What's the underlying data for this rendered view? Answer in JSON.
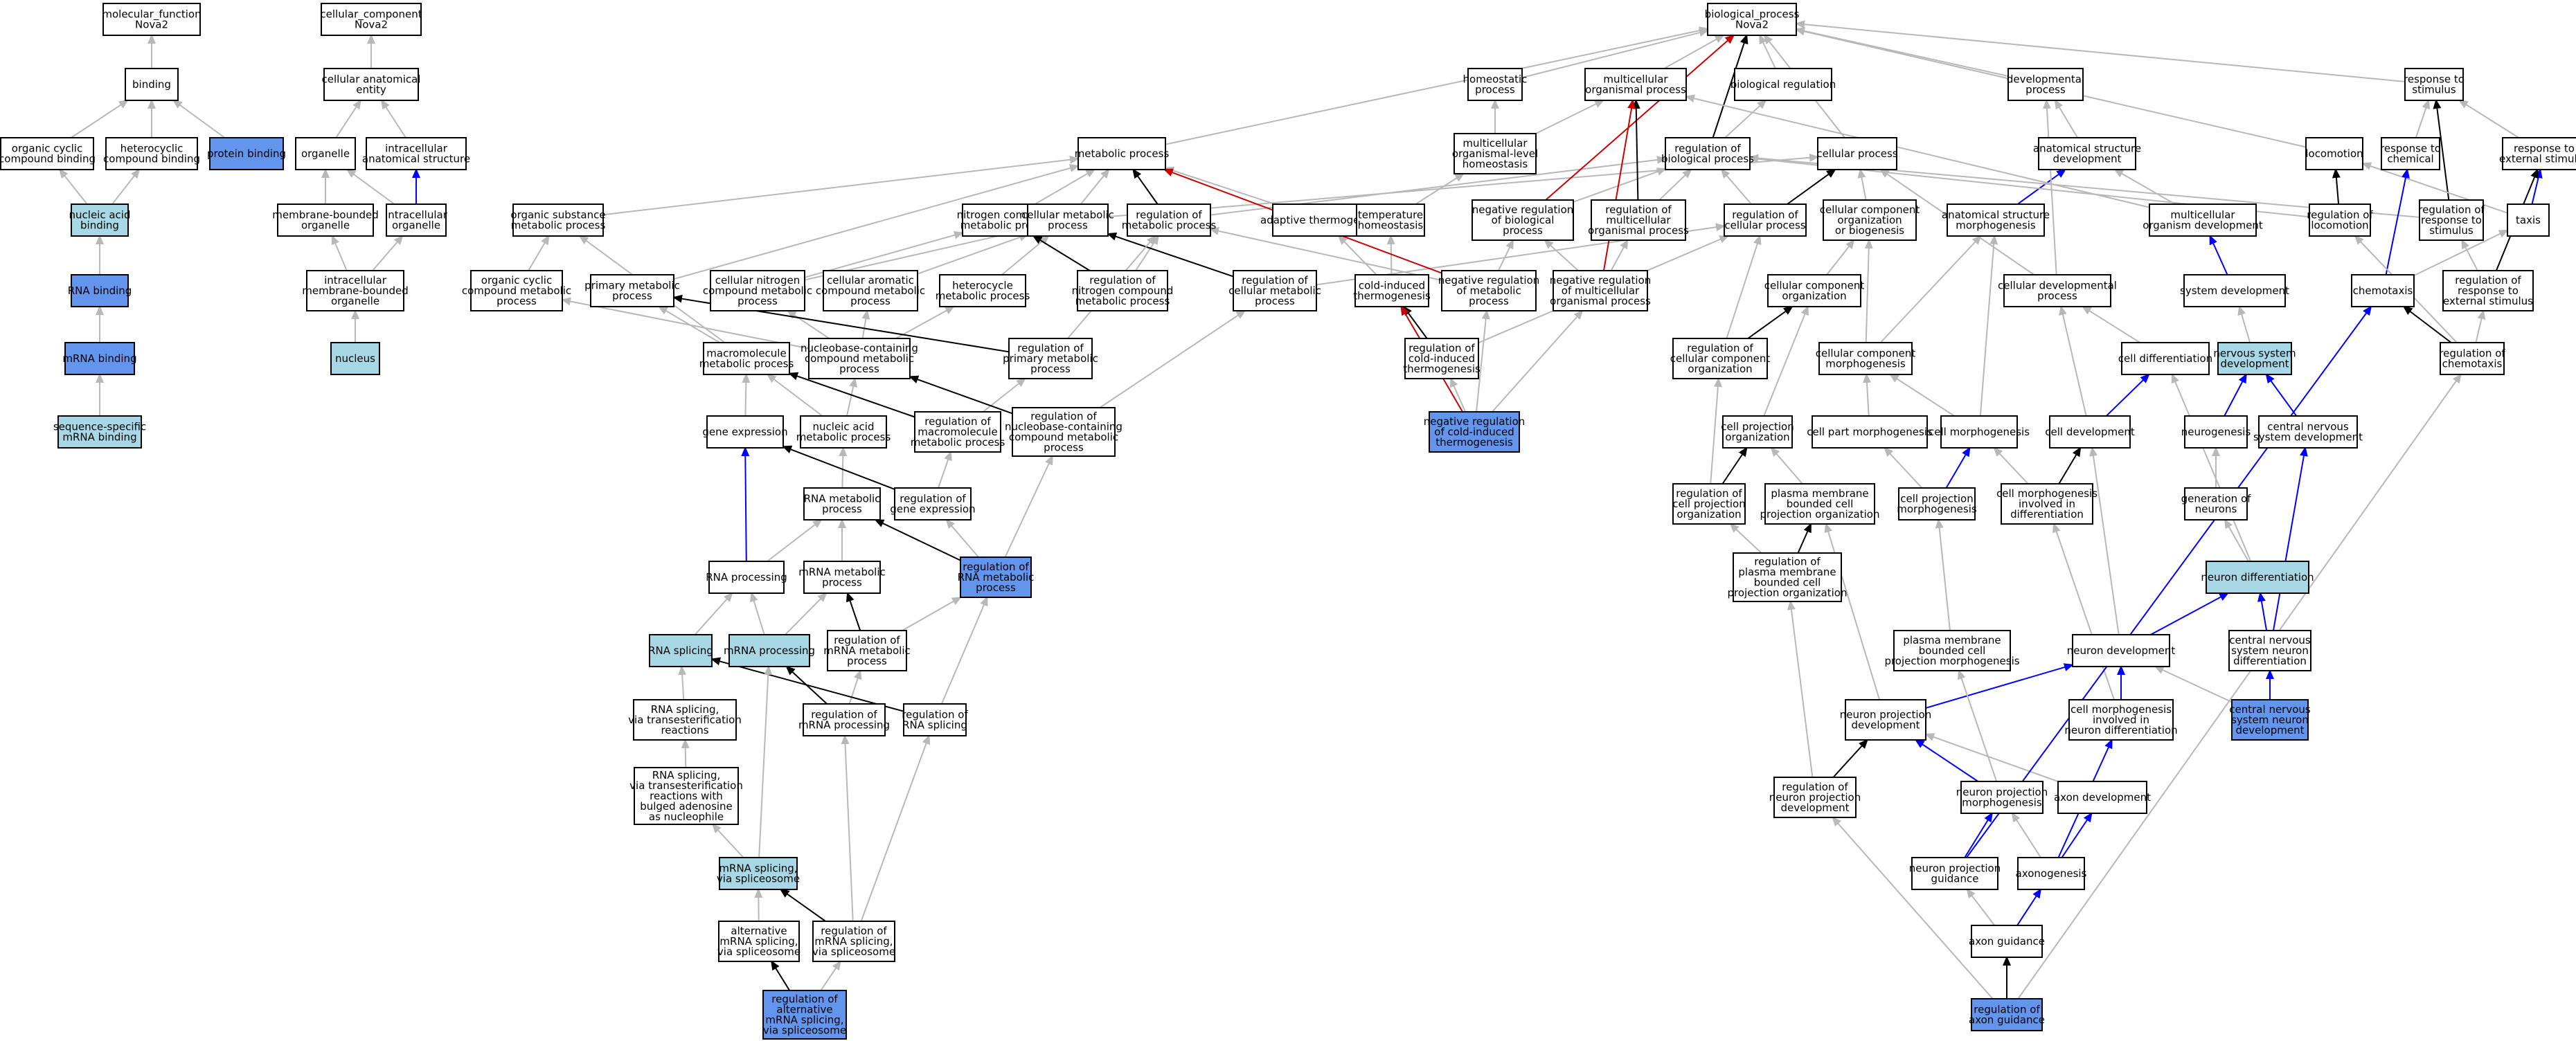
{
  "colors": {
    "plain": "#ffffff",
    "light": "#a8d8e6",
    "strong": "#6495ed",
    "is_a": "#b8b8b8",
    "regulates": "#000000",
    "positive": "#0000ff",
    "negative": "#cc0000"
  },
  "nodes": [
    {
      "id": "mf",
      "lines": [
        "molecular_function",
        "Nova2"
      ],
      "style": "plain"
    },
    {
      "id": "binding",
      "lines": [
        "binding"
      ],
      "style": "plain"
    },
    {
      "id": "ocb",
      "lines": [
        "organic cyclic",
        "compound binding"
      ],
      "style": "plain"
    },
    {
      "id": "hcb",
      "lines": [
        "heterocyclic",
        "compound binding"
      ],
      "style": "plain"
    },
    {
      "id": "pb",
      "lines": [
        "protein binding"
      ],
      "style": "strong"
    },
    {
      "id": "nab",
      "lines": [
        "nucleic acid",
        "binding"
      ],
      "style": "light"
    },
    {
      "id": "rnab",
      "lines": [
        "RNA binding"
      ],
      "style": "strong"
    },
    {
      "id": "mrnab",
      "lines": [
        "mRNA binding"
      ],
      "style": "strong"
    },
    {
      "id": "ssmb",
      "lines": [
        "sequence-specific",
        "mRNA binding"
      ],
      "style": "light"
    },
    {
      "id": "cc",
      "lines": [
        "cellular_component",
        "Nova2"
      ],
      "style": "plain"
    },
    {
      "id": "cae",
      "lines": [
        "cellular anatomical",
        "entity"
      ],
      "style": "plain"
    },
    {
      "id": "organelle",
      "lines": [
        "organelle"
      ],
      "style": "plain"
    },
    {
      "id": "ias",
      "lines": [
        "intracellular",
        "anatomical structure"
      ],
      "style": "plain"
    },
    {
      "id": "mbo",
      "lines": [
        "membrane-bounded",
        "organelle"
      ],
      "style": "plain"
    },
    {
      "id": "io",
      "lines": [
        "intracellular",
        "organelle"
      ],
      "style": "plain"
    },
    {
      "id": "imbo",
      "lines": [
        "intracellular",
        "membrane-bounded",
        "organelle"
      ],
      "style": "plain"
    },
    {
      "id": "nucleus",
      "lines": [
        "nucleus"
      ],
      "style": "light"
    },
    {
      "id": "bp",
      "lines": [
        "biological_process",
        "Nova2"
      ],
      "style": "plain"
    },
    {
      "id": "hp",
      "lines": [
        "homeostatic",
        "process"
      ],
      "style": "plain"
    },
    {
      "id": "mop",
      "lines": [
        "multicellular",
        "organismal process"
      ],
      "style": "plain"
    },
    {
      "id": "breg",
      "lines": [
        "biological regulation"
      ],
      "style": "plain"
    },
    {
      "id": "devp",
      "lines": [
        "developmental",
        "process"
      ],
      "style": "plain"
    },
    {
      "id": "rts",
      "lines": [
        "response to",
        "stimulus"
      ],
      "style": "plain"
    },
    {
      "id": "mp",
      "lines": [
        "metabolic process"
      ],
      "style": "plain"
    },
    {
      "id": "molh",
      "lines": [
        "multicellular",
        "organismal-level",
        "homeostasis"
      ],
      "style": "plain"
    },
    {
      "id": "rbp",
      "lines": [
        "regulation of",
        "biological process"
      ],
      "style": "plain"
    },
    {
      "id": "cellp",
      "lines": [
        "cellular process"
      ],
      "style": "plain"
    },
    {
      "id": "asd",
      "lines": [
        "anatomical structure",
        "development"
      ],
      "style": "plain"
    },
    {
      "id": "loco",
      "lines": [
        "locomotion"
      ],
      "style": "plain"
    },
    {
      "id": "rtc",
      "lines": [
        "response to",
        "chemical"
      ],
      "style": "plain"
    },
    {
      "id": "rtes",
      "lines": [
        "response to",
        "external stimulus"
      ],
      "style": "plain"
    },
    {
      "id": "osmp",
      "lines": [
        "organic substance",
        "metabolic process"
      ],
      "style": "plain"
    },
    {
      "id": "ncmp",
      "lines": [
        "nitrogen compound",
        "metabolic process"
      ],
      "style": "plain"
    },
    {
      "id": "cmp",
      "lines": [
        "cellular metabolic",
        "process"
      ],
      "style": "plain"
    },
    {
      "id": "rmp",
      "lines": [
        "regulation of",
        "metabolic process"
      ],
      "style": "plain"
    },
    {
      "id": "at",
      "lines": [
        "adaptive thermogenesis"
      ],
      "style": "plain"
    },
    {
      "id": "th",
      "lines": [
        "temperature",
        "homeostasis"
      ],
      "style": "plain"
    },
    {
      "id": "nrbp",
      "lines": [
        "negative regulation",
        "of biological",
        "process"
      ],
      "style": "plain"
    },
    {
      "id": "rmop",
      "lines": [
        "regulation of",
        "multicellular",
        "organismal process"
      ],
      "style": "plain"
    },
    {
      "id": "rcp",
      "lines": [
        "regulation of",
        "cellular process"
      ],
      "style": "plain"
    },
    {
      "id": "ccob",
      "lines": [
        "cellular component",
        "organization",
        "or biogenesis"
      ],
      "style": "plain"
    },
    {
      "id": "asm",
      "lines": [
        "anatomical structure",
        "morphogenesis"
      ],
      "style": "plain"
    },
    {
      "id": "mod",
      "lines": [
        "multicellular",
        "organism development"
      ],
      "style": "plain"
    },
    {
      "id": "rloco",
      "lines": [
        "regulation of",
        "locomotion"
      ],
      "style": "plain"
    },
    {
      "id": "rrts",
      "lines": [
        "regulation of",
        "response to",
        "stimulus"
      ],
      "style": "plain"
    },
    {
      "id": "taxis",
      "lines": [
        "taxis"
      ],
      "style": "plain"
    },
    {
      "id": "ocmp",
      "lines": [
        "organic cyclic",
        "compound metabolic",
        "process"
      ],
      "style": "plain"
    },
    {
      "id": "pmp",
      "lines": [
        "primary metabolic",
        "process"
      ],
      "style": "plain"
    },
    {
      "id": "cncmp",
      "lines": [
        "cellular nitrogen",
        "compound metabolic",
        "process"
      ],
      "style": "plain"
    },
    {
      "id": "cacmp",
      "lines": [
        "cellular aromatic",
        "compound metabolic",
        "process"
      ],
      "style": "plain"
    },
    {
      "id": "hmp",
      "lines": [
        "heterocycle",
        "metabolic process"
      ],
      "style": "plain"
    },
    {
      "id": "rncmp",
      "lines": [
        "regulation of",
        "nitrogen compound",
        "metabolic process"
      ],
      "style": "plain"
    },
    {
      "id": "rcmp",
      "lines": [
        "regulation of",
        "cellular metabolic",
        "process"
      ],
      "style": "plain"
    },
    {
      "id": "cit",
      "lines": [
        "cold-induced",
        "thermogenesis"
      ],
      "style": "plain"
    },
    {
      "id": "nrmp",
      "lines": [
        "negative regulation",
        "of metabolic",
        "process"
      ],
      "style": "plain"
    },
    {
      "id": "nrmop",
      "lines": [
        "negative regulation",
        "of multicellular",
        "organismal process"
      ],
      "style": "plain"
    },
    {
      "id": "cco",
      "lines": [
        "cellular component",
        "organization"
      ],
      "style": "plain"
    },
    {
      "id": "cdp",
      "lines": [
        "cellular developmental",
        "process"
      ],
      "style": "plain"
    },
    {
      "id": "sd",
      "lines": [
        "system development"
      ],
      "style": "plain"
    },
    {
      "id": "chemo",
      "lines": [
        "chemotaxis"
      ],
      "style": "plain"
    },
    {
      "id": "rrtes",
      "lines": [
        "regulation of",
        "response to",
        "external stimulus"
      ],
      "style": "plain"
    },
    {
      "id": "mmp",
      "lines": [
        "macromolecule",
        "metabolic process"
      ],
      "style": "plain"
    },
    {
      "id": "nbccmp",
      "lines": [
        "nucleobase-containing",
        "compound metabolic",
        "process"
      ],
      "style": "plain"
    },
    {
      "id": "rpmp",
      "lines": [
        "regulation of",
        "primary metabolic",
        "process"
      ],
      "style": "plain"
    },
    {
      "id": "rcit",
      "lines": [
        "regulation of",
        "cold-induced",
        "thermogenesis"
      ],
      "style": "plain"
    },
    {
      "id": "nrcit",
      "lines": [
        "negative regulation",
        "of cold-induced",
        "thermogenesis"
      ],
      "style": "strong"
    },
    {
      "id": "rcco",
      "lines": [
        "regulation of",
        "cellular component",
        "organization"
      ],
      "style": "plain"
    },
    {
      "id": "ccm",
      "lines": [
        "cellular component",
        "morphogenesis"
      ],
      "style": "plain"
    },
    {
      "id": "cdiff",
      "lines": [
        "cell differentiation"
      ],
      "style": "plain"
    },
    {
      "id": "nsd",
      "lines": [
        "nervous system",
        "development"
      ],
      "style": "light"
    },
    {
      "id": "rchemo",
      "lines": [
        "regulation of",
        "chemotaxis"
      ],
      "style": "plain"
    },
    {
      "id": "ge",
      "lines": [
        "gene expression"
      ],
      "style": "plain"
    },
    {
      "id": "namp",
      "lines": [
        "nucleic acid",
        "metabolic process"
      ],
      "style": "plain"
    },
    {
      "id": "rmmp",
      "lines": [
        "regulation of",
        "macromolecule",
        "metabolic process"
      ],
      "style": "plain"
    },
    {
      "id": "rnbccmp",
      "lines": [
        "regulation of",
        "nucleobase-containing",
        "compound metabolic",
        "process"
      ],
      "style": "plain"
    },
    {
      "id": "cpo",
      "lines": [
        "cell projection",
        "organization"
      ],
      "style": "plain"
    },
    {
      "id": "cpm",
      "lines": [
        "cell part morphogenesis"
      ],
      "style": "plain"
    },
    {
      "id": "cm",
      "lines": [
        "cell morphogenesis"
      ],
      "style": "plain"
    },
    {
      "id": "cdev",
      "lines": [
        "cell development"
      ],
      "style": "plain"
    },
    {
      "id": "neuro",
      "lines": [
        "neurogenesis"
      ],
      "style": "plain"
    },
    {
      "id": "cnsd",
      "lines": [
        "central nervous",
        "system development"
      ],
      "style": "plain"
    },
    {
      "id": "rnamp",
      "lines": [
        "RNA metabolic",
        "process"
      ],
      "style": "plain"
    },
    {
      "id": "rge",
      "lines": [
        "regulation of",
        "gene expression"
      ],
      "style": "plain"
    },
    {
      "id": "rcpo",
      "lines": [
        "regulation of",
        "cell projection",
        "organization"
      ],
      "style": "plain"
    },
    {
      "id": "pmbcpo",
      "lines": [
        "plasma membrane",
        "bounded cell",
        "projection organization"
      ],
      "style": "plain"
    },
    {
      "id": "cpmorph",
      "lines": [
        "cell projection",
        "morphogenesis"
      ],
      "style": "plain"
    },
    {
      "id": "cmid",
      "lines": [
        "cell morphogenesis",
        "involved in",
        "differentiation"
      ],
      "style": "plain"
    },
    {
      "id": "gon",
      "lines": [
        "generation of",
        "neurons"
      ],
      "style": "plain"
    },
    {
      "id": "rp",
      "lines": [
        "RNA processing"
      ],
      "style": "plain"
    },
    {
      "id": "mrnamp",
      "lines": [
        "mRNA metabolic",
        "process"
      ],
      "style": "plain"
    },
    {
      "id": "rrnamp",
      "lines": [
        "regulation of",
        "RNA metabolic",
        "process"
      ],
      "style": "strong"
    },
    {
      "id": "rpmbcpo",
      "lines": [
        "regulation of",
        "plasma membrane",
        "bounded cell",
        "projection organization"
      ],
      "style": "plain"
    },
    {
      "id": "ndiff",
      "lines": [
        "neuron differentiation"
      ],
      "style": "light"
    },
    {
      "id": "rs",
      "lines": [
        "RNA splicing"
      ],
      "style": "light"
    },
    {
      "id": "mrnap",
      "lines": [
        "mRNA processing"
      ],
      "style": "light"
    },
    {
      "id": "rmrnamp",
      "lines": [
        "regulation of",
        "mRNA metabolic",
        "process"
      ],
      "style": "plain"
    },
    {
      "id": "pmbcpm",
      "lines": [
        "plasma membrane",
        "bounded cell",
        "projection morphogenesis"
      ],
      "style": "plain"
    },
    {
      "id": "nd",
      "lines": [
        "neuron development"
      ],
      "style": "plain"
    },
    {
      "id": "cnsnd",
      "lines": [
        "central nervous",
        "system neuron",
        "differentiation"
      ],
      "style": "plain"
    },
    {
      "id": "rsvtr",
      "lines": [
        "RNA splicing,",
        "via transesterification",
        "reactions"
      ],
      "style": "plain"
    },
    {
      "id": "rmrnap",
      "lines": [
        "regulation of",
        "mRNA processing"
      ],
      "style": "plain"
    },
    {
      "id": "rrs",
      "lines": [
        "regulation of",
        "RNA splicing"
      ],
      "style": "plain"
    },
    {
      "id": "npd",
      "lines": [
        "neuron projection",
        "development"
      ],
      "style": "plain"
    },
    {
      "id": "cmind",
      "lines": [
        "cell morphogenesis",
        "involved in",
        "neuron differentiation"
      ],
      "style": "plain"
    },
    {
      "id": "cnsnd2",
      "lines": [
        "central nervous",
        "system neuron",
        "development"
      ],
      "style": "strong"
    },
    {
      "id": "rsvtba",
      "lines": [
        "RNA splicing,",
        "via transesterification",
        "reactions with",
        "bulged adenosine",
        "as nucleophile"
      ],
      "style": "plain"
    },
    {
      "id": "rnpd",
      "lines": [
        "regulation of",
        "neuron projection",
        "development"
      ],
      "style": "plain"
    },
    {
      "id": "npm",
      "lines": [
        "neuron projection",
        "morphogenesis"
      ],
      "style": "plain"
    },
    {
      "id": "ad",
      "lines": [
        "axon development"
      ],
      "style": "plain"
    },
    {
      "id": "mrsvs",
      "lines": [
        "mRNA splicing,",
        "via spliceosome"
      ],
      "style": "light"
    },
    {
      "id": "npg",
      "lines": [
        "neuron projection",
        "guidance"
      ],
      "style": "plain"
    },
    {
      "id": "axono",
      "lines": [
        "axonogenesis"
      ],
      "style": "plain"
    },
    {
      "id": "amrsvs",
      "lines": [
        "alternative",
        "mRNA splicing,",
        "via spliceosome"
      ],
      "style": "plain"
    },
    {
      "id": "rmrsvs",
      "lines": [
        "regulation of",
        "mRNA splicing,",
        "via spliceosome"
      ],
      "style": "plain"
    },
    {
      "id": "ag",
      "lines": [
        "axon guidance"
      ],
      "style": "plain"
    },
    {
      "id": "ramrsvs",
      "lines": [
        "regulation of",
        "alternative",
        "mRNA splicing,",
        "via spliceosome"
      ],
      "style": "strong"
    },
    {
      "id": "rag",
      "lines": [
        "regulation of",
        "axon guidance"
      ],
      "style": "strong"
    }
  ]
}
